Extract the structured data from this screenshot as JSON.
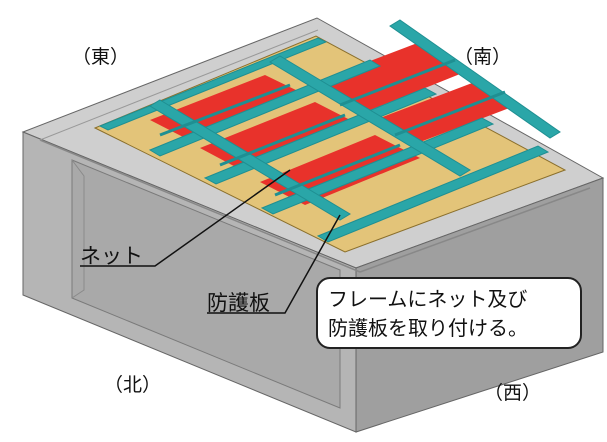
{
  "directions": {
    "east": "（東）",
    "south": "（南）",
    "north": "（北）",
    "west": "（西）"
  },
  "callouts": {
    "net": "ネット",
    "protection_plate": "防護板"
  },
  "note": {
    "line1": "フレームにネット及び",
    "line2": "防護板を取り付ける。"
  },
  "colors": {
    "concrete_top": "#cfcfcf",
    "concrete_front": "#b9b9b9",
    "concrete_side": "#a3a3a3",
    "frame": "#2aa6a8",
    "net": "#e8322b",
    "plate": "#e3c479"
  }
}
